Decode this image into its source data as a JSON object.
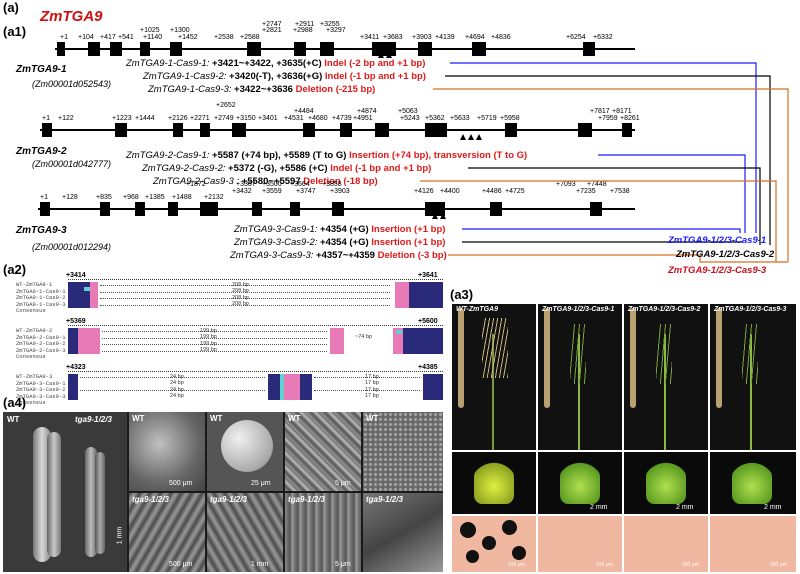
{
  "panel_a": "(a)",
  "title": "ZmTGA9",
  "panel_a1": "(a1)",
  "panel_a2": "(a2)",
  "panel_a3": "(a3)",
  "panel_a4": "(a4)",
  "gene1": {
    "name": "ZmTGA9-1",
    "id": "(Zm00001d052543)",
    "coords_top": [
      "+2747",
      "+2911",
      "+3255"
    ],
    "coords_mid": [
      "+1",
      "+104",
      "+417",
      "+541",
      "+1025",
      "+1140",
      "+1300",
      "+1452",
      "+2538",
      "+2588",
      "+2821",
      "+2988",
      "+3297",
      "+3411",
      "+3683",
      "+3903",
      "+4139",
      "+4694",
      "+4836",
      "+6254",
      "+6332"
    ],
    "mut1": {
      "name": "ZmTGA9-1-Cas9-1:",
      "pos": "+3421~+3422, +3635(+C)",
      "effect": "Indel (-2 bp and +1 bp)"
    },
    "mut2": {
      "name": "ZmTGA9-1-Cas9-2:",
      "pos": "+3420(-T), +3636(+G)",
      "effect": "Indel (-1 bp and +1 bp)"
    },
    "mut3": {
      "name": "ZmTGA9-1-Cas9-3:",
      "pos": "+3422~+3636",
      "effect": "Deletion (-215 bp)"
    }
  },
  "gene2": {
    "name": "ZmTGA9-2",
    "id": "(Zm00001d042777)",
    "coords_top": [
      "+2652",
      "+4484",
      "+4874",
      "+5063",
      "+7817",
      "+8171"
    ],
    "coords_mid": [
      "+1",
      "+122",
      "+1223",
      "+1444",
      "+2126",
      "+2271",
      "+2749",
      "+3150",
      "+3401",
      "+4531",
      "+4680",
      "+4739",
      "+4951",
      "+5243",
      "+5362",
      "+5633",
      "+5719",
      "+5958",
      "+7959",
      "+8261"
    ],
    "mut1": {
      "name": "ZmTGA9-2-Cas9-1:",
      "pos": "+5587 (+74 bp), +5589 (T to G)",
      "effect": "Insertion (+74 bp), transversion (T to G)"
    },
    "mut2": {
      "name": "ZmTGA9-2-Cas9-2:",
      "pos": "+5372 (-G), +5586 (+C)",
      "effect": "Indel (-1 bp and +1 bp)"
    },
    "mut3": {
      "name": "ZmTGA9-2-Cas9-3 :",
      "pos": "+5580~+5597",
      "effect": "Deletion (-18 bp)"
    }
  },
  "gene3": {
    "name": "ZmTGA9-3",
    "id": "(Zm00001d012294)",
    "coords_top": [
      "+1872",
      "+3367",
      "+3500",
      "+3664",
      "+3858"
    ],
    "coords_mid": [
      "+1",
      "+128",
      "+835",
      "+968",
      "+1385",
      "+1488",
      "+2132",
      "+3432",
      "+3559",
      "+3747",
      "+3903",
      "+4126",
      "+4400",
      "+4486",
      "+4725",
      "+7093",
      "+7235",
      "+7448",
      "+7538"
    ],
    "mut1": {
      "name": "ZmTGA9-3-Cas9-1:",
      "pos": "+4354 (+G)",
      "effect": "Insertion (+1 bp)"
    },
    "mut2": {
      "name": "ZmTGA9-3-Cas9-2:",
      "pos": "+4354 (+G)",
      "effect": "Insertion (+1 bp)"
    },
    "mut3": {
      "name": "ZmTGA9-3-Cas9-3:",
      "pos": "+4357~+4359",
      "effect": "Deletion (-3 bp)"
    }
  },
  "combined": {
    "c1": "ZmTGA9-1/2/3-Cas9-1",
    "c2": "ZmTGA9-1/2/3-Cas9-2",
    "c3": "ZmTGA9-1/2/3-Cas9-3",
    "c1_color": "#1a1aff",
    "c2_color": "#000000",
    "c3_color": "#c8101a"
  },
  "align1": {
    "start": "+3414",
    "end": "+3641",
    "rows": [
      "WT-ZmTGA9-1",
      "ZmTGA9-1-Cas9-1",
      "ZmTGA9-1-Cas9-2",
      "ZmTGA9-1-Cas9-3",
      "Consensus"
    ],
    "gap": "208 bp"
  },
  "align2": {
    "start": "+5369",
    "end": "+5600",
    "rows": [
      "WT-ZmTGA9-2",
      "ZmTGA9-2-Cas9-1",
      "ZmTGA9-2-Cas9-2",
      "ZmTGA9-2-Cas9-3",
      "Consensus"
    ],
    "gap": "199 bp",
    "ins": "~74 bp"
  },
  "align3": {
    "start": "+4323",
    "end": "+4385",
    "rows": [
      "WT-ZmTGA9-3",
      "ZmTGA9-3-Cas9-1",
      "ZmTGA9-3-Cas9-2",
      "ZmTGA9-3-Cas9-3",
      "Consensus"
    ],
    "gap1": "24 bp",
    "gap2": "17 bp"
  },
  "a3": {
    "cols": [
      "WT-ZmTGA9",
      "ZmTGA9-1/2/3-Cas9-1",
      "ZmTGA9-1/2/3-Cas9-2",
      "ZmTGA9-1/2/3-Cas9-3"
    ],
    "scale_mid": "2 mm",
    "scale_bot": "100 μm"
  },
  "a4": {
    "wt": "WT",
    "mut": "tga9-1/2/3",
    "scale_1mm": "1 mm",
    "scale_500": "500 μm",
    "scale_25": "25 μm",
    "scale_5": "5 μm"
  }
}
